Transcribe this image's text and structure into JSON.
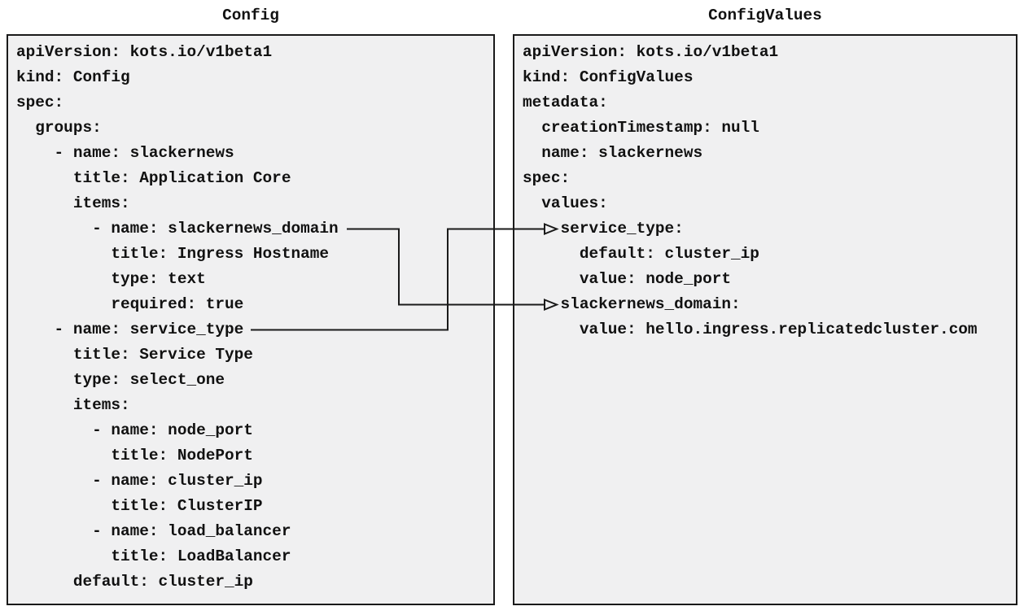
{
  "diagram": {
    "left_panel": {
      "title": "Config",
      "code": "apiVersion: kots.io/v1beta1\nkind: Config\nspec:\n  groups:\n    - name: slackernews\n      title: Application Core\n      items:\n        - name: slackernews_domain\n          title: Ingress Hostname\n          type: text\n          required: true\n    - name: service_type\n      title: Service Type\n      type: select_one\n      items:\n        - name: node_port\n          title: NodePort\n        - name: cluster_ip\n          title: ClusterIP\n        - name: load_balancer\n          title: LoadBalancer\n      default: cluster_ip"
    },
    "right_panel": {
      "title": "ConfigValues",
      "code": "apiVersion: kots.io/v1beta1\nkind: ConfigValues\nmetadata:\n  creationTimestamp: null\n  name: slackernews\nspec:\n  values:\n    service_type:\n      default: cluster_ip\n      value: node_port\n    slackernews_domain:\n      value: hello.ingress.replicatedcluster.com"
    },
    "connections": [
      {
        "from": "Config item: slackernews_domain",
        "to": "ConfigValues value: slackernews_domain"
      },
      {
        "from": "Config item: service_type",
        "to": "ConfigValues value: service_type"
      }
    ],
    "colors": {
      "panel_background": "#f0f0f1",
      "border_and_lines": "#1a1a1a",
      "text": "#111111",
      "page_background": "#ffffff"
    }
  }
}
